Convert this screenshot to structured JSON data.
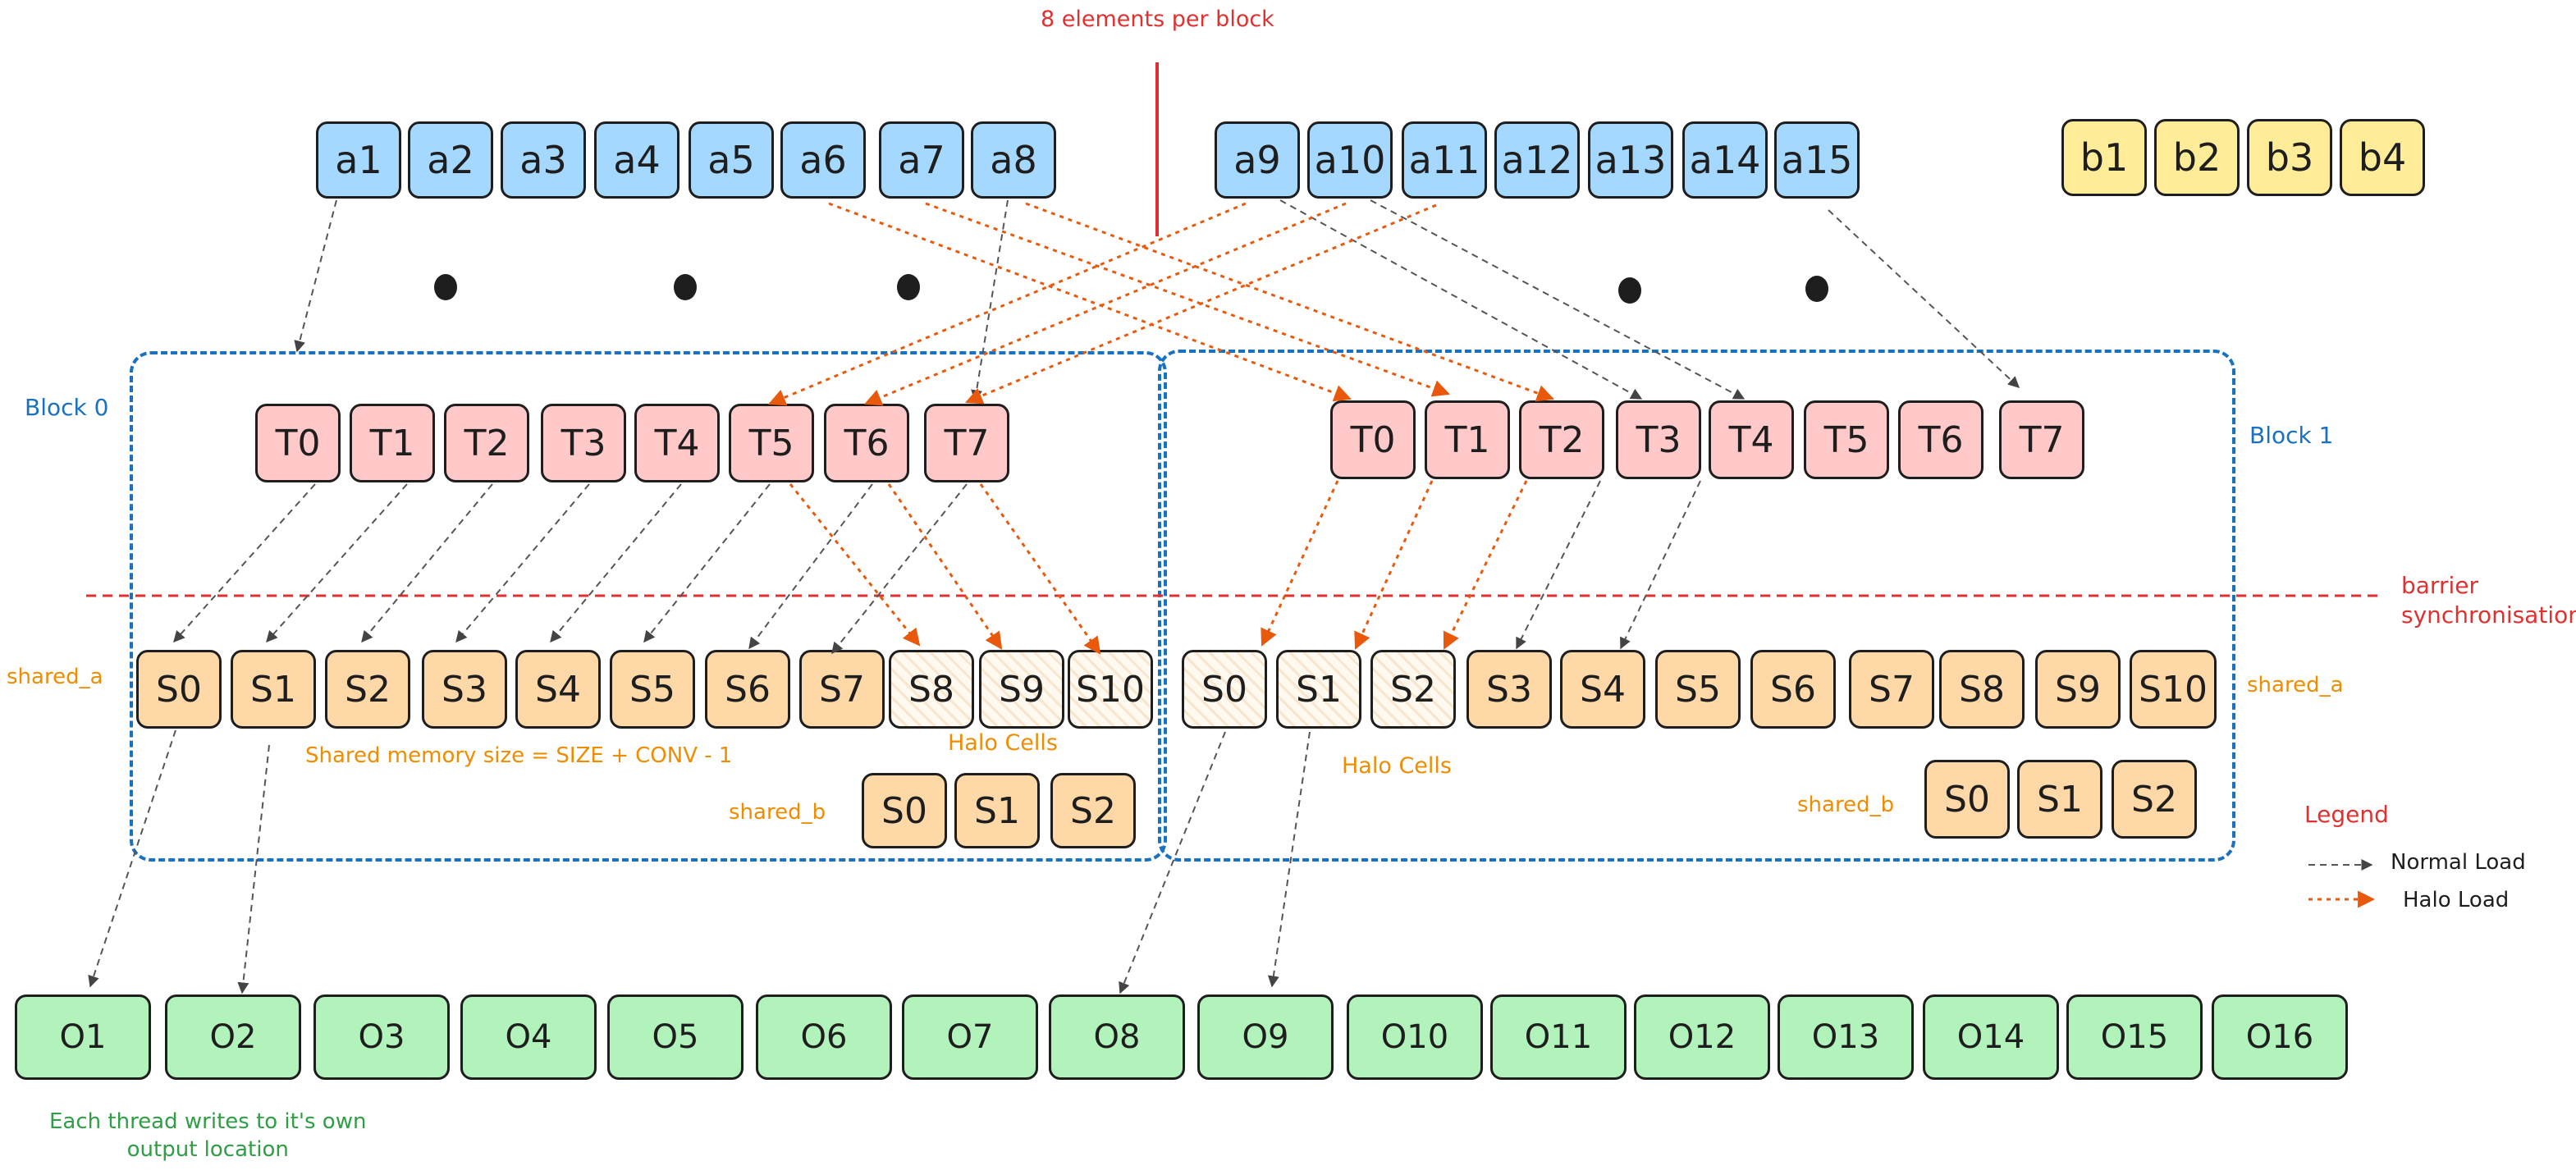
{
  "top_label": "8 elements per block",
  "input_a": [
    "a1",
    "a2",
    "a3",
    "a4",
    "a5",
    "a6",
    "a7",
    "a8",
    "a9",
    "a10",
    "a11",
    "a12",
    "a13",
    "a14",
    "a15"
  ],
  "input_b": [
    "b1",
    "b2",
    "b3",
    "b4"
  ],
  "blocks": [
    {
      "label": "Block 0",
      "threads": [
        "T0",
        "T1",
        "T2",
        "T3",
        "T4",
        "T5",
        "T6",
        "T7"
      ],
      "shared_a_label": "shared_a",
      "shared_a": [
        "S0",
        "S1",
        "S2",
        "S3",
        "S4",
        "S5",
        "S6",
        "S7",
        "S8",
        "S9",
        "S10"
      ],
      "shared_b_label": "shared_b",
      "shared_b": [
        "S0",
        "S1",
        "S2"
      ],
      "halo_label": "Halo Cells",
      "note": "Shared memory size = SIZE + CONV - 1"
    },
    {
      "label": "Block 1",
      "threads": [
        "T0",
        "T1",
        "T2",
        "T3",
        "T4",
        "T5",
        "T6",
        "T7"
      ],
      "shared_a_label": "shared_a",
      "shared_a": [
        "S0",
        "S1",
        "S2",
        "S3",
        "S4",
        "S5",
        "S6",
        "S7",
        "S8",
        "S9",
        "S10"
      ],
      "shared_b_label": "shared_b",
      "shared_b": [
        "S0",
        "S1",
        "S2"
      ],
      "halo_label": "Halo Cells"
    }
  ],
  "barrier_label": "barrier\nsynchronisation",
  "outputs": [
    "O1",
    "O2",
    "O3",
    "O4",
    "O5",
    "O6",
    "O7",
    "O8",
    "O9",
    "O10",
    "O11",
    "O12",
    "O13",
    "O14",
    "O15",
    "O16"
  ],
  "output_note": "Each thread writes to it's own\noutput location",
  "legend": {
    "title": "Legend",
    "normal": "Normal Load",
    "halo": "Halo Load"
  },
  "colors": {
    "input_a": "#a5d8ff",
    "input_b": "#ffec99",
    "thread": "#ffc9c9",
    "shared": "#ffd8a8",
    "output": "#b2f2bb",
    "block_border": "#1971c2",
    "barrier": "#e03131",
    "normal_load": "#555555",
    "halo_load": "#e8590c"
  }
}
